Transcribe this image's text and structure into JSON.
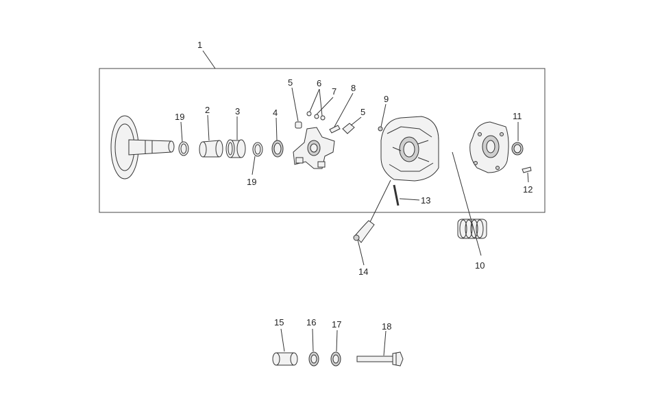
{
  "labels": {
    "l1": "1",
    "l2": "2",
    "l3": "3",
    "l4": "4",
    "l5a": "5",
    "l5b": "5",
    "l6": "6",
    "l7": "7",
    "l8": "8",
    "l9": "9",
    "l10": "10",
    "l11": "11",
    "l12": "12",
    "l13": "13",
    "l14": "14",
    "l15": "15",
    "l16": "16",
    "l17": "17",
    "l18": "18",
    "l19a": "19",
    "l19b": "19"
  }
}
